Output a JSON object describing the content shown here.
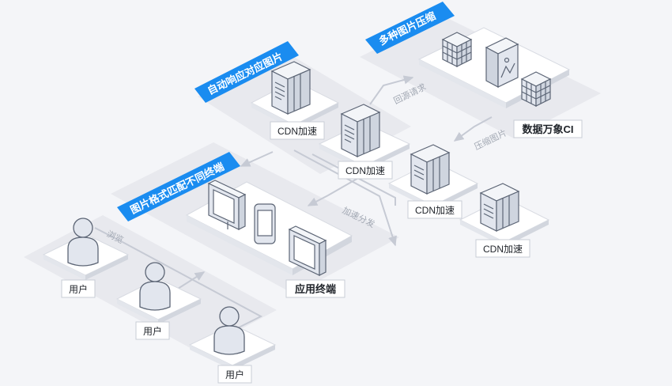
{
  "banners": {
    "compress": "多种图片压缩",
    "adaptive": "自动响应对应图片",
    "terminal": "图片格式匹配不同终端"
  },
  "labels": {
    "ci": "数据万象CI",
    "cdn_top": "CDN加速",
    "cdn_mid": "CDN加速",
    "cdn_right1": "CDN加速",
    "cdn_right2": "CDN加速",
    "terminals": "应用终端",
    "user1": "用户",
    "user2": "用户",
    "user3": "用户"
  },
  "arrows": {
    "origin_request": "回源请求",
    "compress_image": "压缩图片",
    "distribute": "加速分发",
    "browse": "浏览"
  },
  "colors": {
    "accent": "#1a8cf0",
    "platform_top": "#ffffff",
    "shadow": "#e6e7ec",
    "line": "#c6cad4",
    "icon_fill": "#e9ecf2",
    "icon_stroke": "#5c6575"
  }
}
